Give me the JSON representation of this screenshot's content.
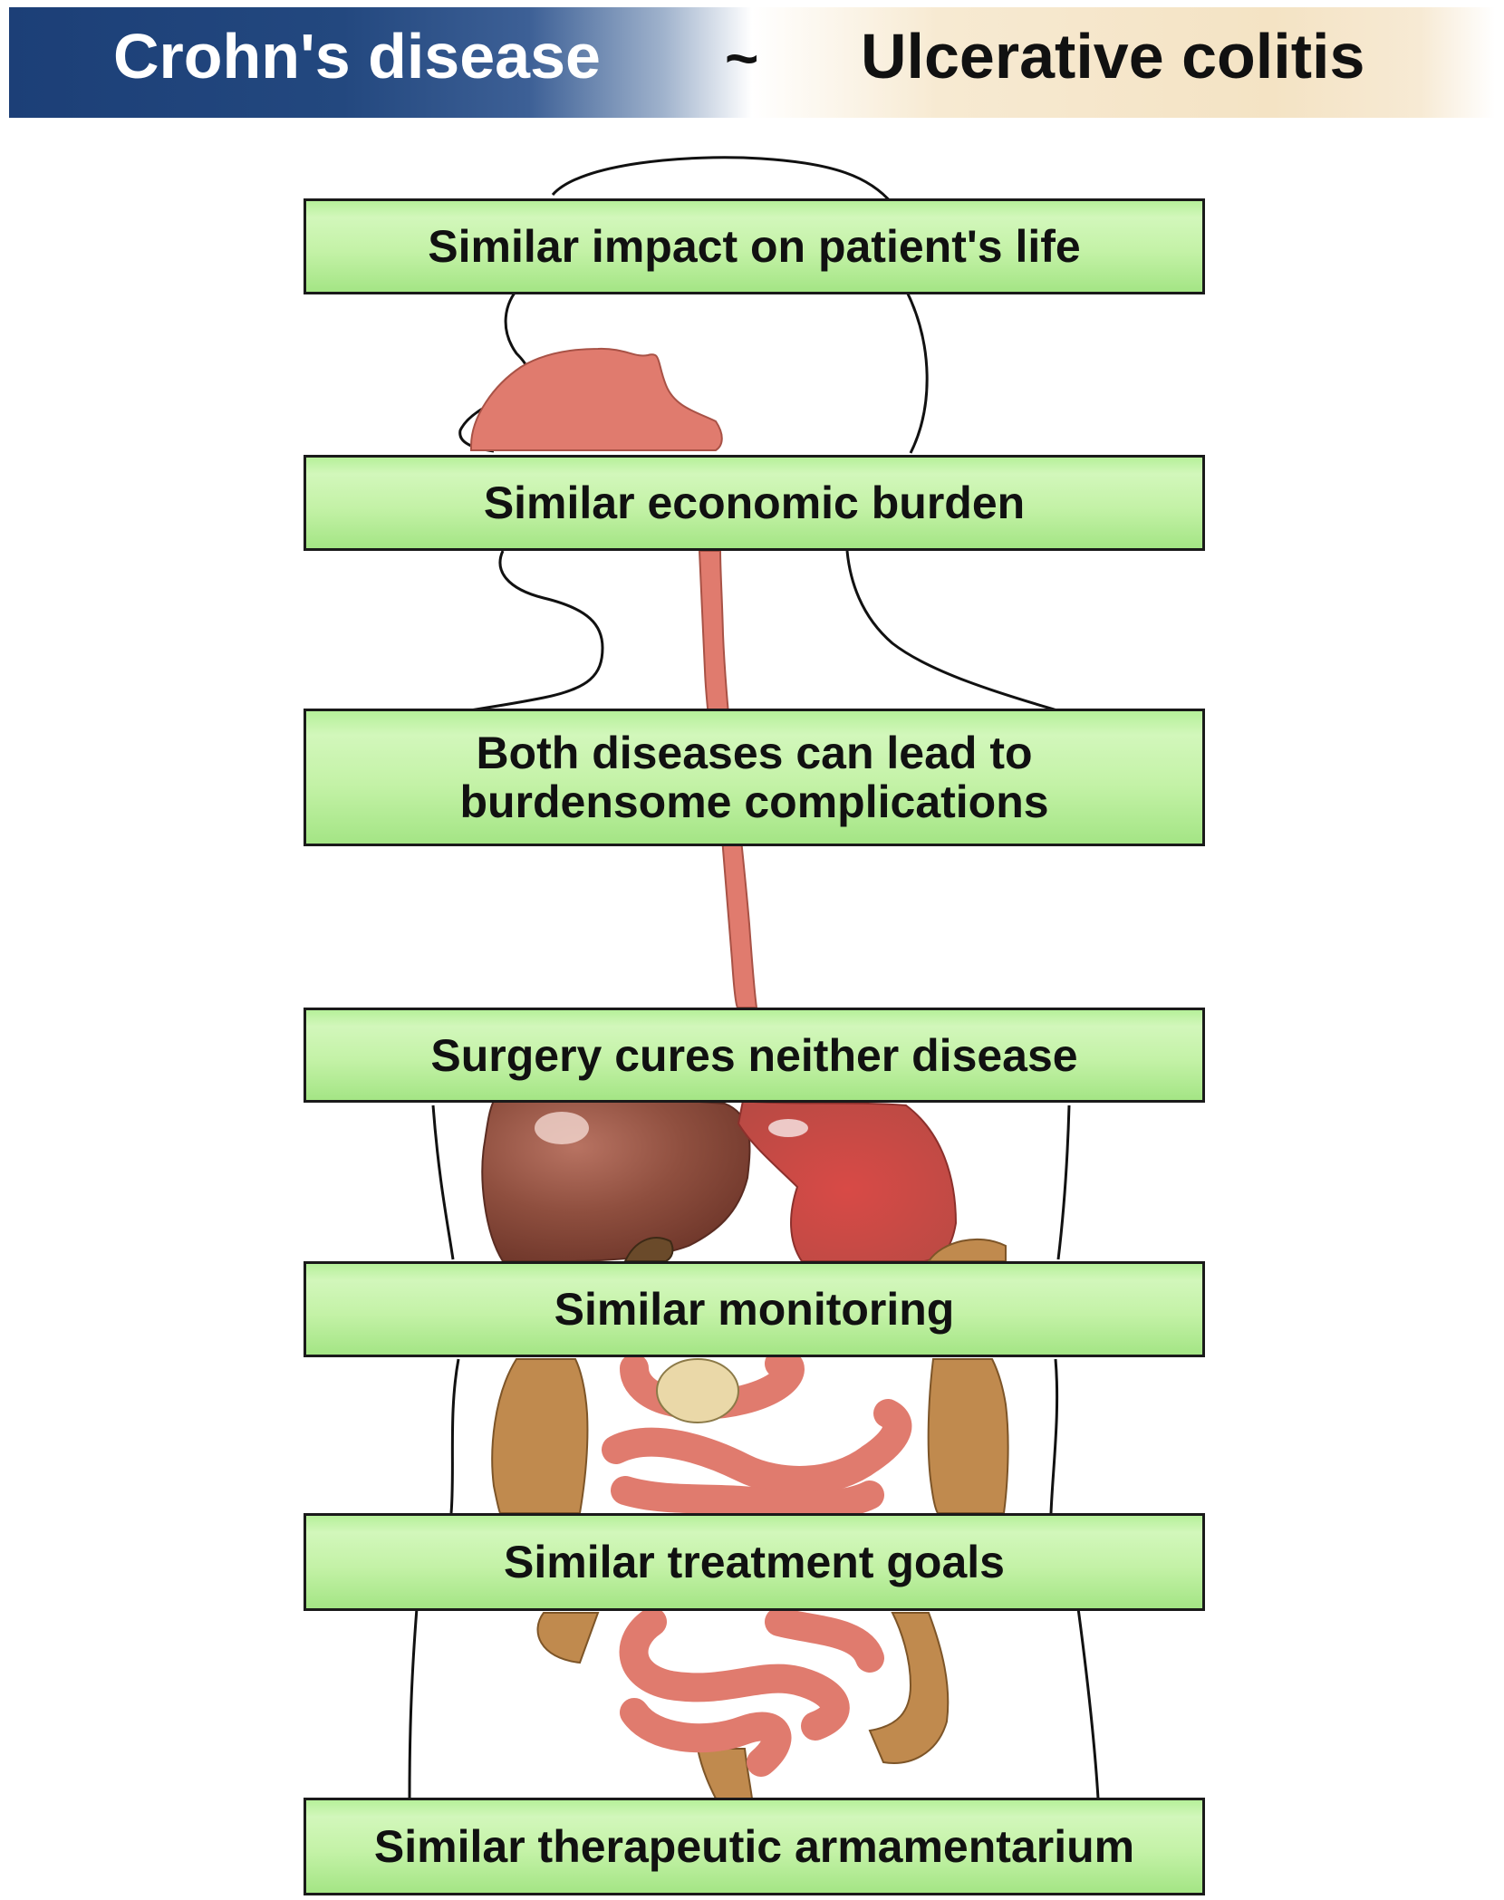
{
  "header": {
    "left_title": "Crohn's disease",
    "separator": "~",
    "right_title": "Ulcerative colitis"
  },
  "statements": [
    {
      "text": "Similar impact on patient's life"
    },
    {
      "text": "Similar economic burden"
    },
    {
      "line1": "Both diseases can lead to",
      "line2": "burdensome complications"
    },
    {
      "text": "Surgery cures neither disease"
    },
    {
      "text": "Similar monitoring"
    },
    {
      "text": "Similar treatment goals"
    },
    {
      "text": "Similar therapeutic armamentarium"
    }
  ],
  "colors": {
    "crohn_banner": "#23487f",
    "colitis_banner": "#f4e3c4",
    "statement_box": "#c4f2a7",
    "organ_red": "#e07b6e",
    "liver": "#8a4a3a",
    "colon": "#c08a4e"
  }
}
